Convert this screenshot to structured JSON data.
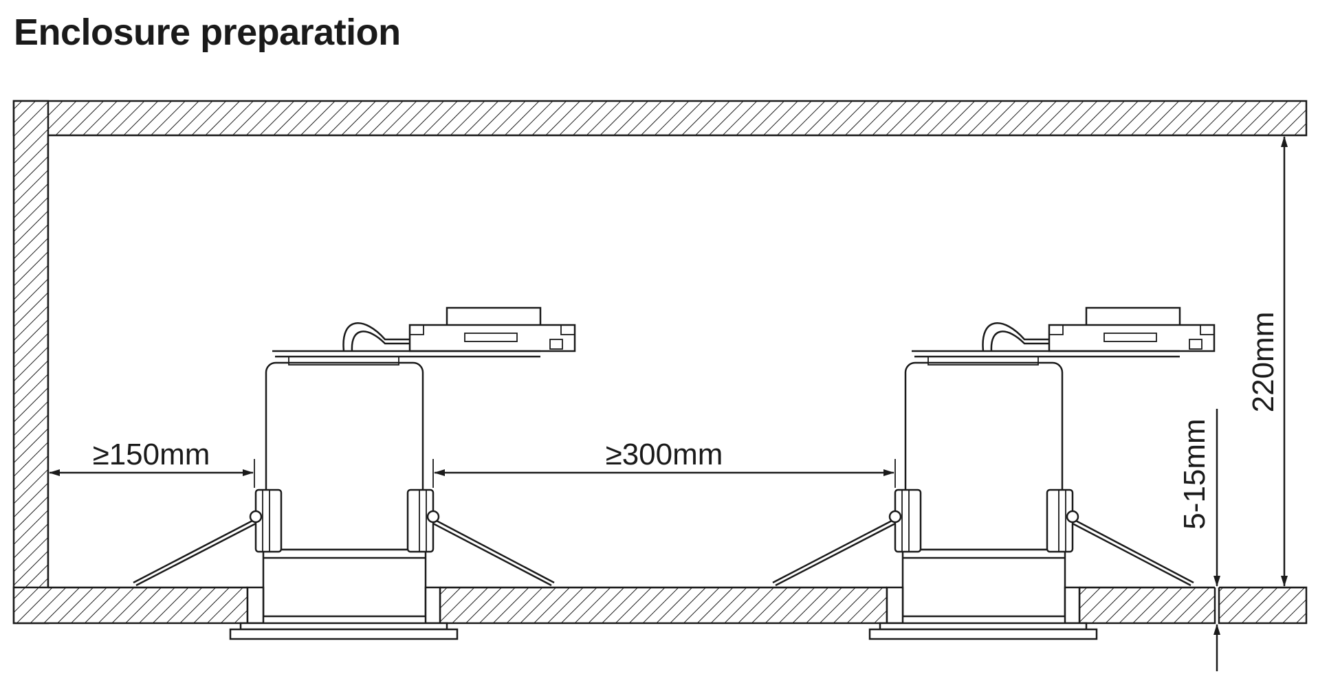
{
  "title": "Enclosure preparation",
  "dimensions": {
    "side_clearance": "≥150mm",
    "fitting_spacing": "≥300mm",
    "ceiling_thickness": "5-15mm",
    "void_depth": "220mm"
  },
  "colors": {
    "line": "#1a1a1a",
    "background": "#ffffff"
  }
}
